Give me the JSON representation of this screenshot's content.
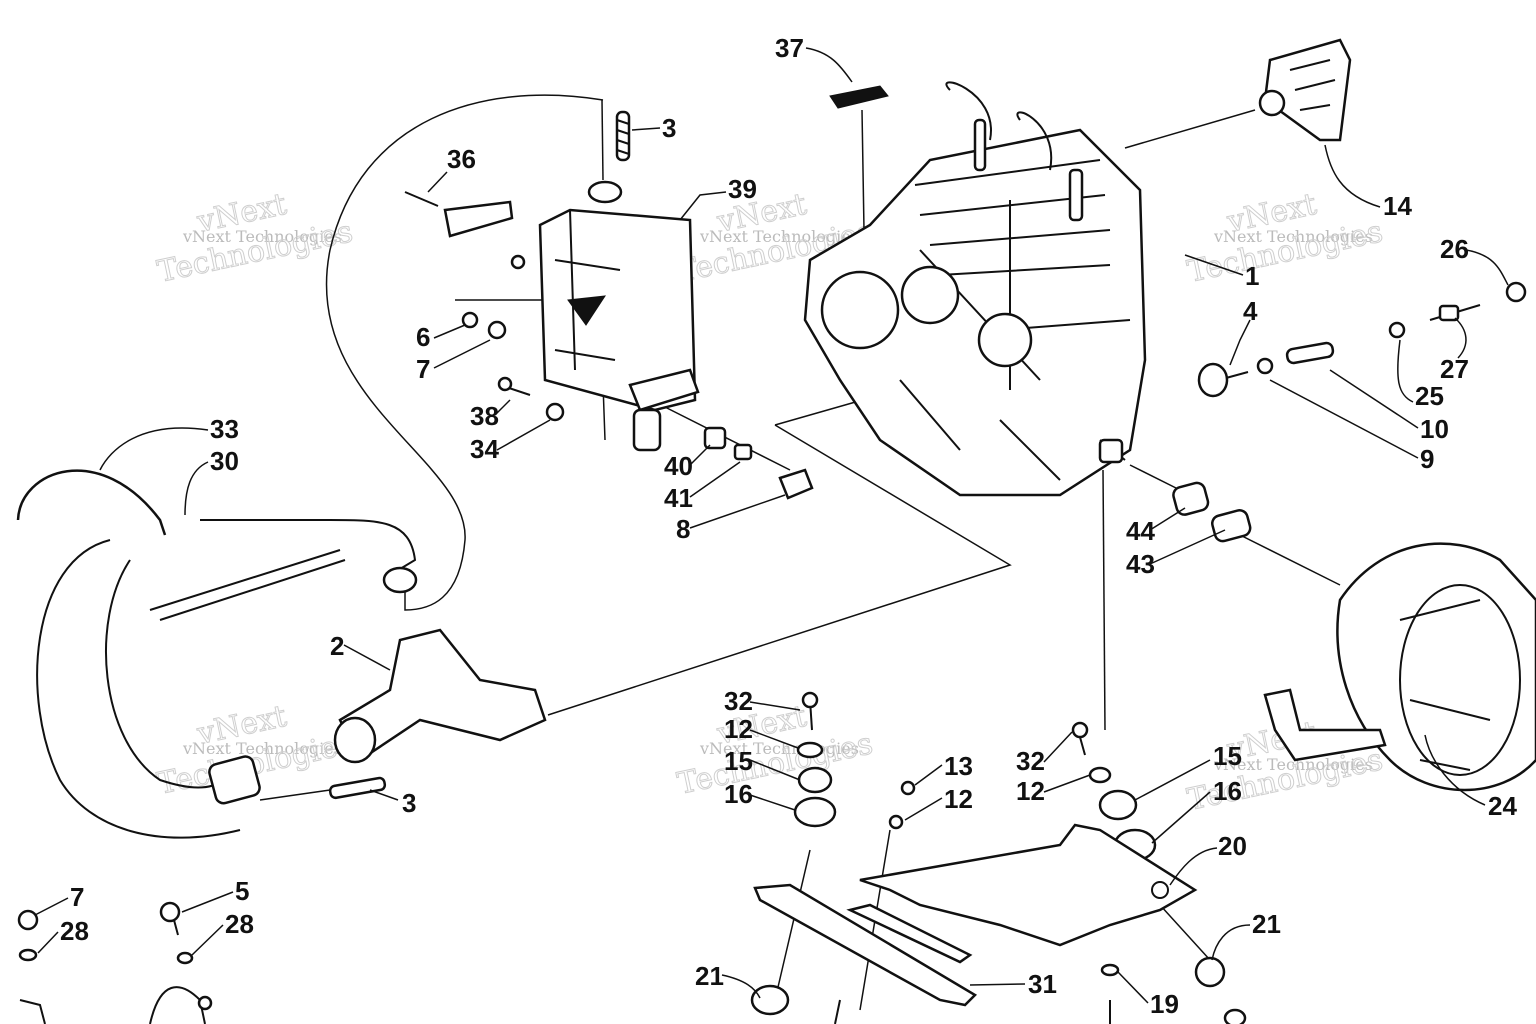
{
  "watermark": {
    "small": "vNext Technologies",
    "brand_top": "vNext",
    "brand_bottom": "Technologies"
  },
  "callouts": [
    "37",
    "3",
    "36",
    "39",
    "14",
    "1",
    "26",
    "4",
    "27",
    "25",
    "10",
    "9",
    "6",
    "7",
    "38",
    "34",
    "40",
    "41",
    "8",
    "33",
    "30",
    "44",
    "43",
    "2",
    "3",
    "32",
    "12",
    "15",
    "16",
    "13",
    "12",
    "32",
    "12",
    "15",
    "16",
    "20",
    "24",
    "7",
    "28",
    "5",
    "28",
    "21",
    "31",
    "19",
    "21"
  ]
}
